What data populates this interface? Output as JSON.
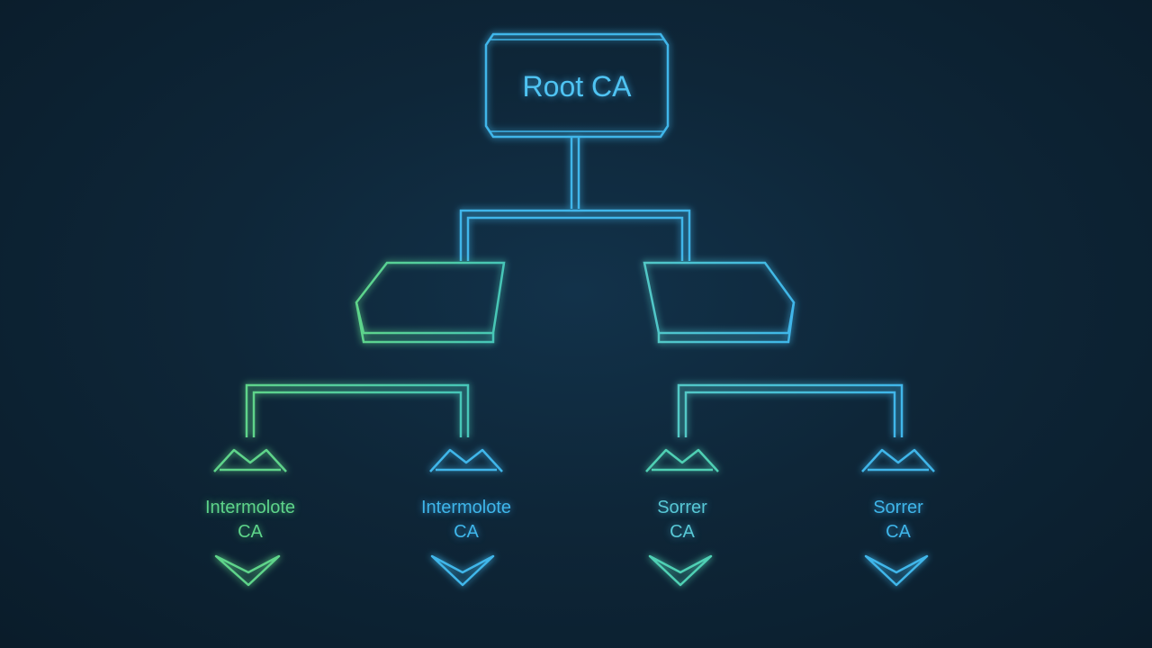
{
  "diagram": {
    "root": {
      "label": "Root CA"
    },
    "leaves": [
      {
        "line1": "Intermolote",
        "line2": "CA",
        "color": "#5ed48a"
      },
      {
        "line1": "Intermolote",
        "line2": "CA",
        "color": "#3fb6ea"
      },
      {
        "line1": "Sorrer",
        "line2": "CA",
        "color": "#5ad0c8"
      },
      {
        "line1": "Sorrer",
        "line2": "CA",
        "color": "#3fb6ea"
      }
    ],
    "colors": {
      "background": "#0d2334",
      "root_stroke": "#3fb6ea",
      "wire_blue": "#3fb6ea",
      "wire_green": "#5ed48a",
      "wire_teal": "#4cc9d0"
    }
  }
}
